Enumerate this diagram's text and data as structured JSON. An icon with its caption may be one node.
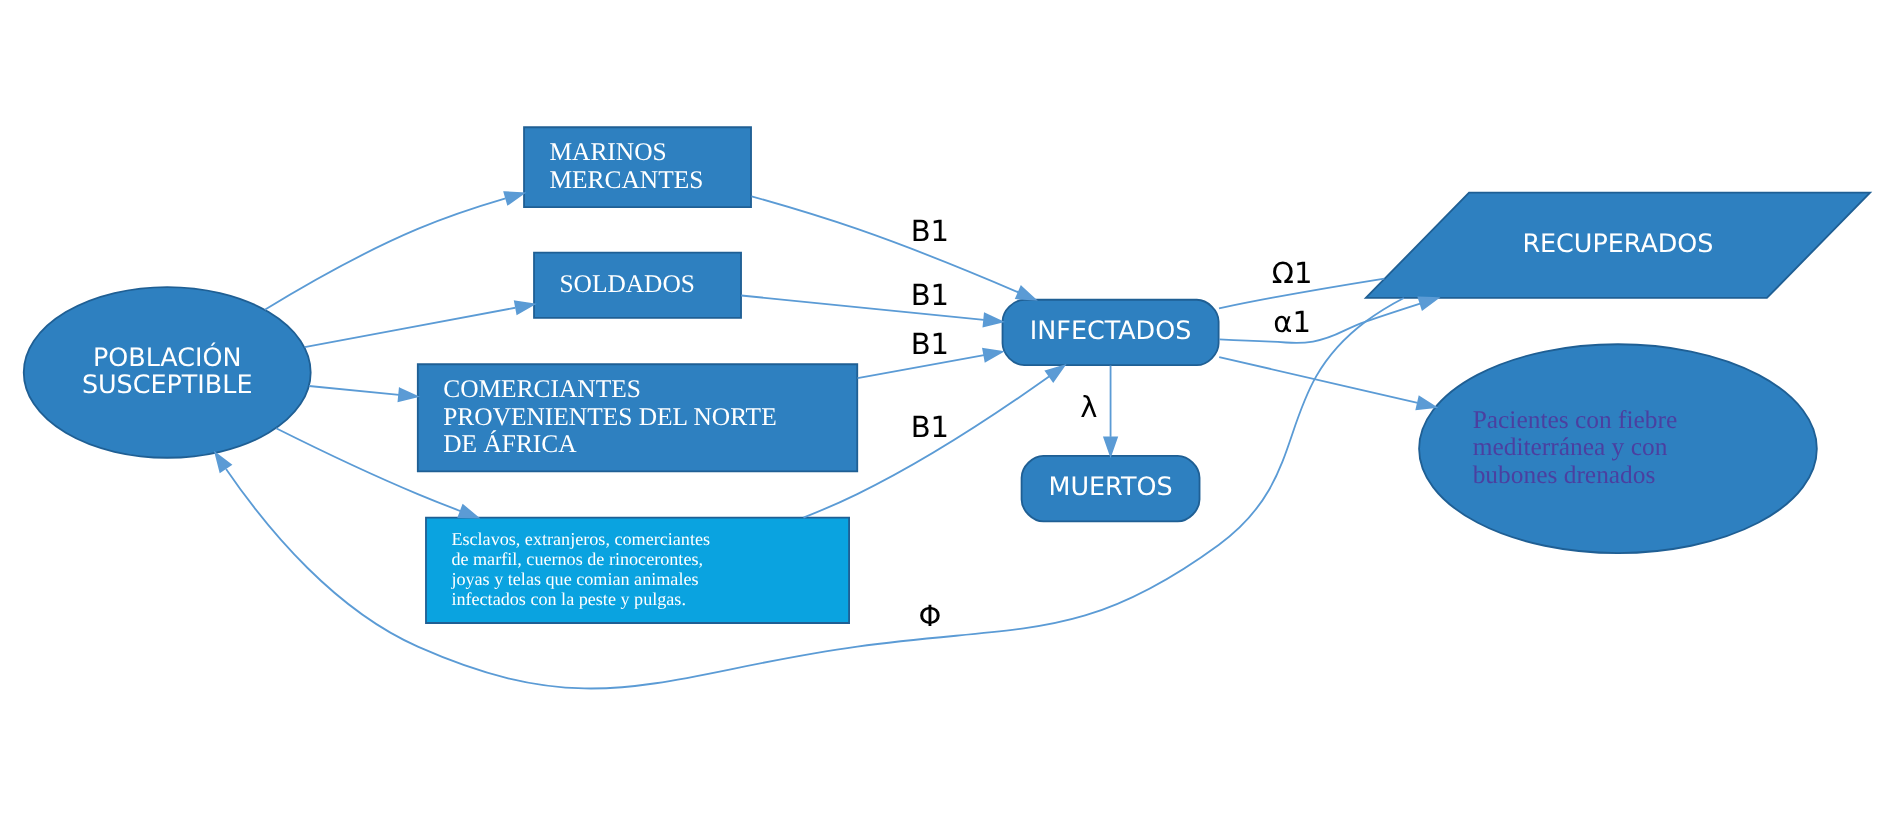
{
  "diagram": {
    "nodes": [
      {
        "text": [
          "POBLACIÓN SUSCEPTIBLE"
        ]
      },
      {
        "text": [
          "RECUPERADOS"
        ]
      },
      {
        "text": [
          "MARINOS MERCANTES"
        ]
      },
      {
        "text": [
          "SOLDADOS"
        ]
      },
      {
        "text": [
          "COMERCIANTES PROVENIENTES DEL NORTE DE ÁFRICA"
        ]
      },
      {
        "text": [
          "Esclavos, extranjeros, comerciantes de marfil, cuernos de rinocerontes, joyas y telas que comian animales infectados con la peste y pulgas."
        ]
      },
      {
        "text": [
          "INFECTADOS"
        ]
      },
      {
        "text": [
          "Pacientes con fiebre mediterránea y con bubones drenados"
        ]
      },
      {
        "text": [
          "MUERTOS"
        ]
      }
    ],
    "edges": [
      {
        "from": 1,
        "to": 0,
        "arrow": "to",
        "label": "Φ"
      },
      {
        "from": 0,
        "to": 2,
        "arrow": "to"
      },
      {
        "from": 0,
        "to": 3,
        "arrow": "to"
      },
      {
        "from": 0,
        "to": 4,
        "arrow": "to"
      },
      {
        "from": 0,
        "to": 5,
        "arrow": "to"
      },
      {
        "from": 2,
        "to": 6,
        "arrow": "to",
        "label": "B1"
      },
      {
        "from": 3,
        "to": 6,
        "arrow": "to",
        "label": "B1"
      },
      {
        "from": 4,
        "to": 6,
        "arrow": "to",
        "label": "B1"
      },
      {
        "from": 5,
        "to": 6,
        "arrow": "to",
        "label": "B1"
      },
      {
        "from": 6,
        "to": 1,
        "arrow": "none",
        "label": "Ω1"
      },
      {
        "from": 6,
        "to": 1,
        "arrow": "to",
        "label": "α1"
      },
      {
        "from": 6,
        "to": 7,
        "arrow": "to"
      },
      {
        "from": 6,
        "to": 8,
        "arrow": "to",
        "label": "λ"
      }
    ]
  }
}
